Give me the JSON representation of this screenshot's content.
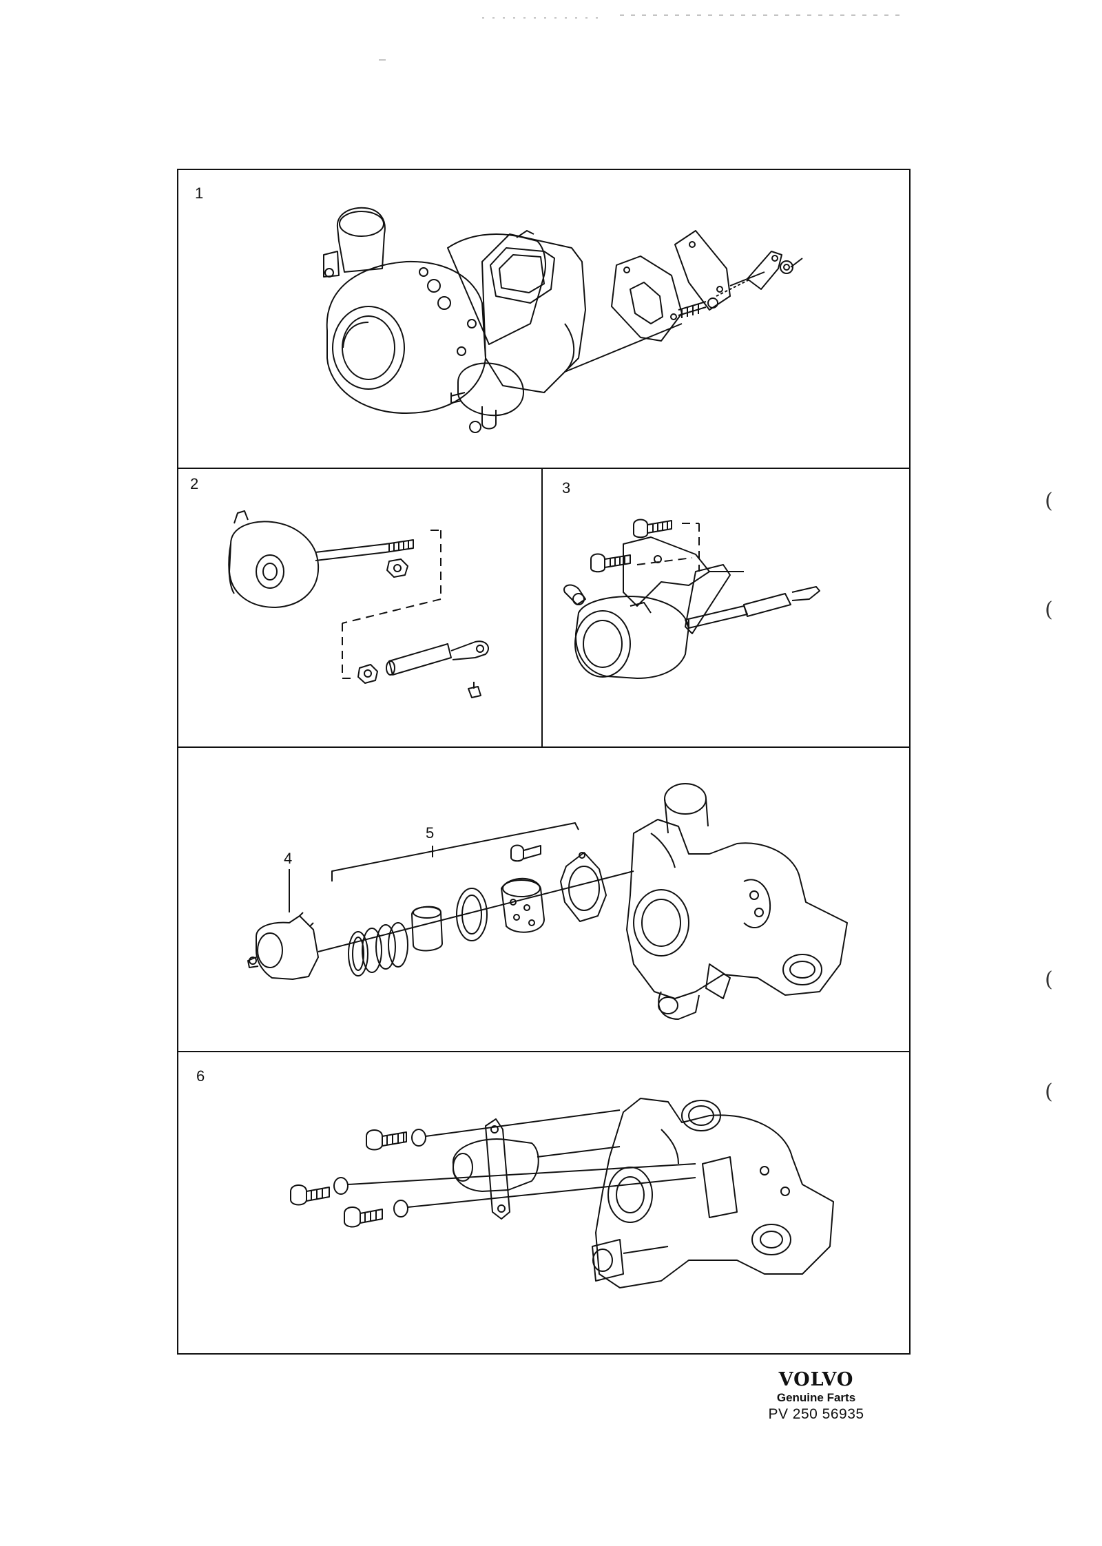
{
  "panels": [
    {
      "number": "1"
    },
    {
      "number": "2"
    },
    {
      "number": "3"
    },
    {
      "number": "4-5"
    },
    {
      "number": "6"
    }
  ],
  "callouts": {
    "p1": "1",
    "p2": "2",
    "p3": "3",
    "c4": "4",
    "c5": "5",
    "p6": "6"
  },
  "margin_marks": [
    "(",
    "(",
    "(",
    "("
  ],
  "branding": {
    "logo": "VOLVO",
    "tagline": "Genuine Farts",
    "code": "PV 250 56935"
  }
}
